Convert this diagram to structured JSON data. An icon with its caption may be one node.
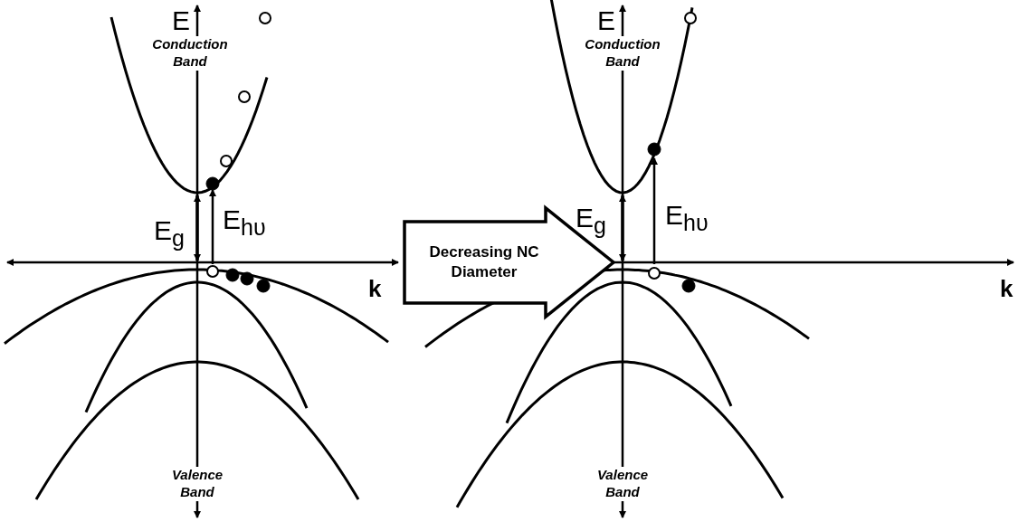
{
  "diagram": {
    "nodes": [
      {
        "text": [],
        "shape": "picture"
      },
      {
        "text": [],
        "shape": "picture"
      }
    ],
    "edges": [
      {
        "from": 0,
        "to": 1,
        "arrow": "to",
        "label": "Decreasing NC Diameter"
      }
    ],
    "labels": [
      "E",
      "Conduction Band",
      "E$_{g}$",
      "E$_{hυ}$",
      "k",
      "Valence Band",
      "E",
      "Conduction Band",
      "E$_{g}$",
      "E$_{hυ}$",
      "k",
      "Valence Band"
    ]
  }
}
